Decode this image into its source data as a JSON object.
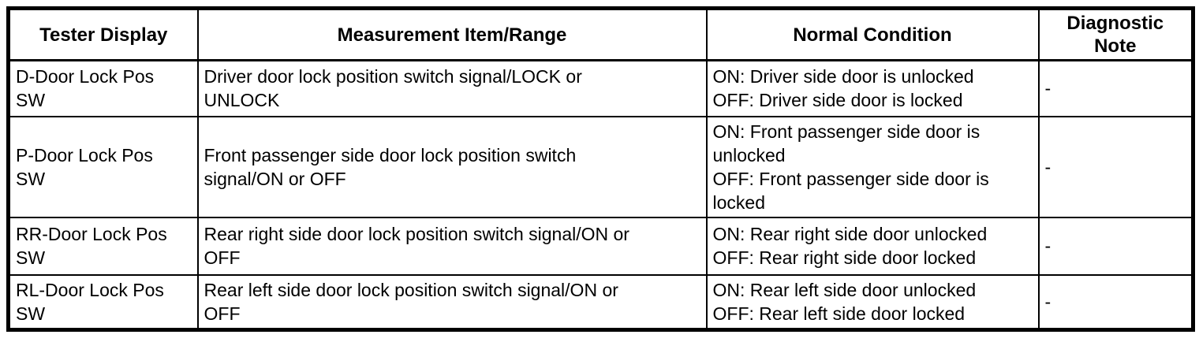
{
  "table": {
    "style": {
      "text_color": "#000000",
      "border_color": "#000000",
      "background": "#ffffff"
    },
    "headers": [
      "Tester Display",
      "Measurement Item/Range",
      "Normal Condition",
      "Diagnostic\nNote"
    ],
    "rows": [
      {
        "tester_display": "D-Door Lock Pos\nSW",
        "measurement_item_range": "Driver door lock position switch signal/LOCK or\nUNLOCK",
        "normal_condition": "ON: Driver side door is unlocked\nOFF: Driver side door is locked",
        "diagnostic_note": "-"
      },
      {
        "tester_display": "P-Door Lock Pos\nSW",
        "measurement_item_range": "Front passenger side door lock position switch\nsignal/ON or OFF",
        "normal_condition": "ON: Front passenger side door is\nunlocked\nOFF: Front passenger side door is\nlocked",
        "diagnostic_note": "-"
      },
      {
        "tester_display": "RR-Door Lock Pos\nSW",
        "measurement_item_range": "Rear right side door lock position switch signal/ON or\nOFF",
        "normal_condition": "ON: Rear right side door unlocked\nOFF: Rear right side door locked",
        "diagnostic_note": "-"
      },
      {
        "tester_display": "RL-Door Lock Pos\nSW",
        "measurement_item_range": "Rear left side door lock position switch signal/ON or\nOFF",
        "normal_condition": "ON: Rear left side door unlocked\nOFF: Rear left side door locked",
        "diagnostic_note": "-"
      }
    ]
  }
}
